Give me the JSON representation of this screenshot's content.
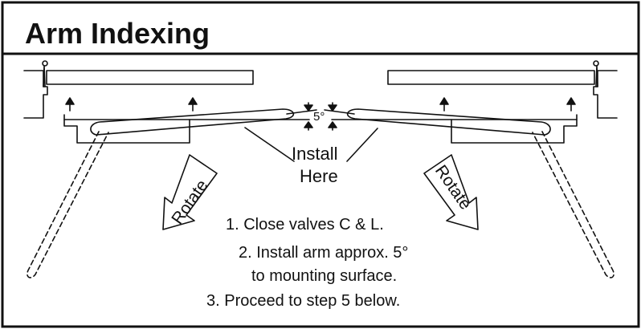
{
  "title": "Arm Indexing",
  "angle": "5°",
  "install_label": {
    "line1": "Install",
    "line2": "Here"
  },
  "rotate_label": "Rotate",
  "steps": [
    "1. Close valves C & L.",
    "2. Install arm approx. 5°",
    "to mounting surface.",
    "3. Proceed to step 5 below."
  ],
  "colors": {
    "ink": "#111111",
    "background": "#ffffff"
  }
}
